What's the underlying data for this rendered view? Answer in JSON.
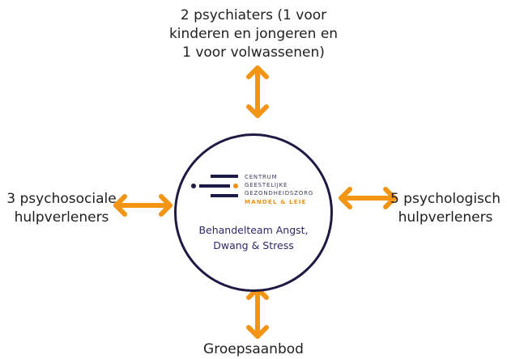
{
  "nodes": {
    "top": [
      "2 psychiaters (1 voor",
      "kinderen en jongeren en",
      "1 voor volwassenen)"
    ],
    "left": [
      "3 psychosociale",
      "hulpverleners"
    ],
    "right": [
      "5 psychologisch",
      "hulpverleners"
    ],
    "bottom": [
      "Groepsaanbod"
    ]
  },
  "center": {
    "logo_lines": [
      "CENTRUM",
      "GEESTELIJKE",
      "GEZONDHEIDSZORG"
    ],
    "logo_sub": "MANDEL & LEIE",
    "team": [
      "Behandelteam Angst,",
      "Dwang & Stress"
    ]
  },
  "colors": {
    "arrow": "#f39414",
    "circle_border": "#1d1a44",
    "logo_dark": "#1d1a44",
    "logo_accent": "#f29111",
    "team_text": "#2b2a66"
  },
  "icons": {
    "arrow": "double-headed-arrow"
  }
}
